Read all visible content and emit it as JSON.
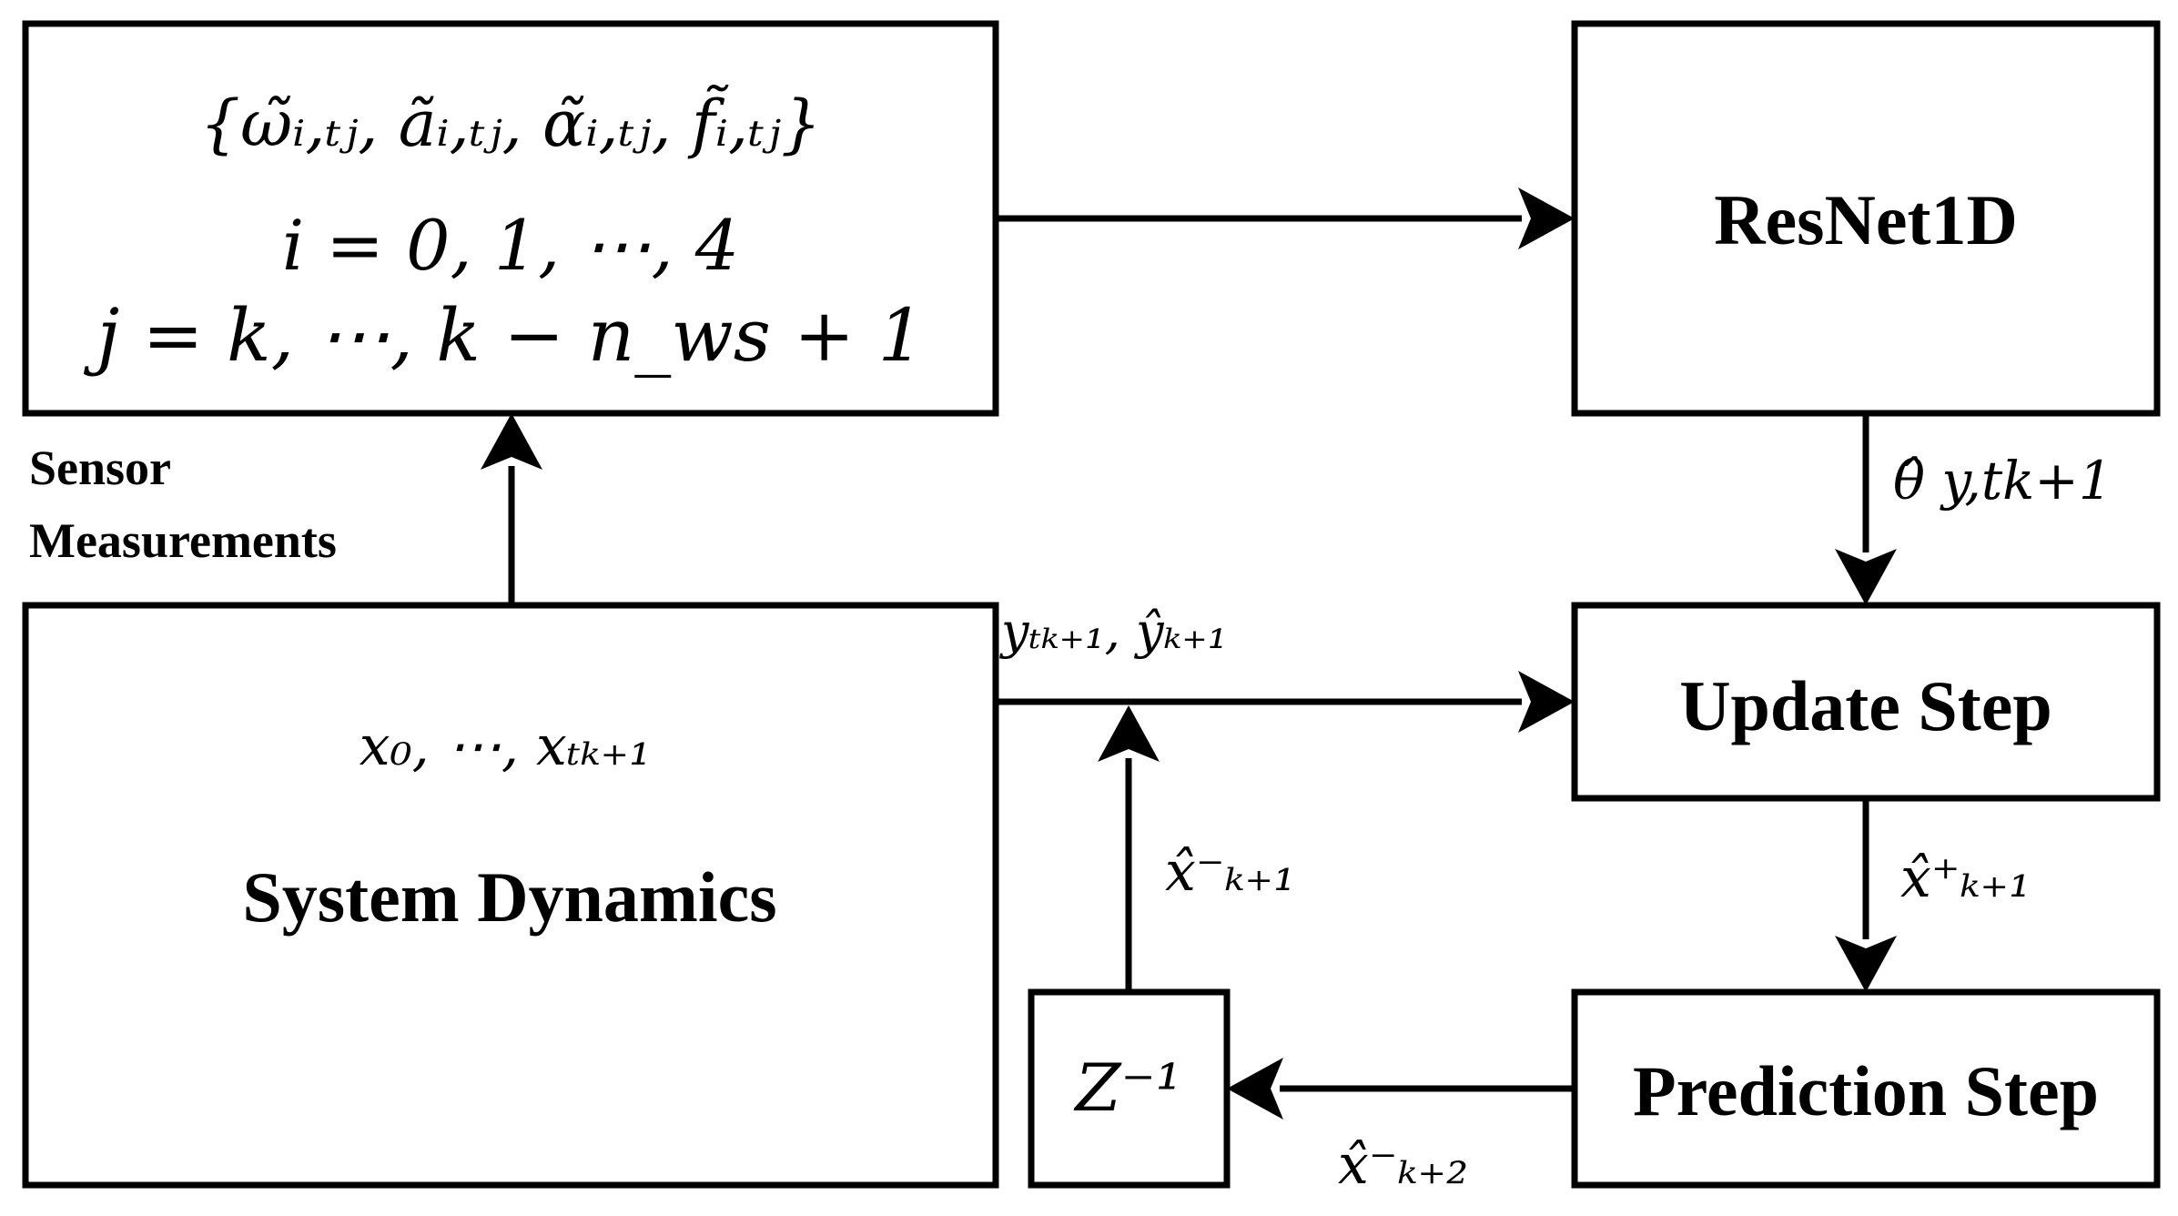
{
  "blocks": {
    "sensor": {
      "line1": "{ω̃ᵢ,ₜⱼ, ãᵢ,ₜⱼ, α̃ᵢ,ₜⱼ, f̃ᵢ,ₜⱼ}",
      "line2": "i = 0, 1, ⋯, 4",
      "line3": "j = k, ⋯, k − n_ws + 1"
    },
    "resnet": {
      "title": "ResNet1D"
    },
    "update": {
      "title": "Update Step"
    },
    "prediction": {
      "title": "Prediction Step"
    },
    "dynamics": {
      "title": "System Dynamics",
      "states": "x₀, ⋯, xₜₖ₊₁"
    },
    "delay": {
      "label": "Z⁻¹"
    }
  },
  "labels": {
    "sensor_line1": "Sensor",
    "sensor_line2": "Measurements",
    "theta_hat": "θ̂ y,tk+1",
    "y_meas": "yₜₖ₊₁, ŷₖ₊₁",
    "x_plus": "x̂⁺ₖ₊₁",
    "x_minus_k1": "x̂⁻ₖ₊₁",
    "x_minus_k2": "x̂⁻ₖ₊₂"
  }
}
